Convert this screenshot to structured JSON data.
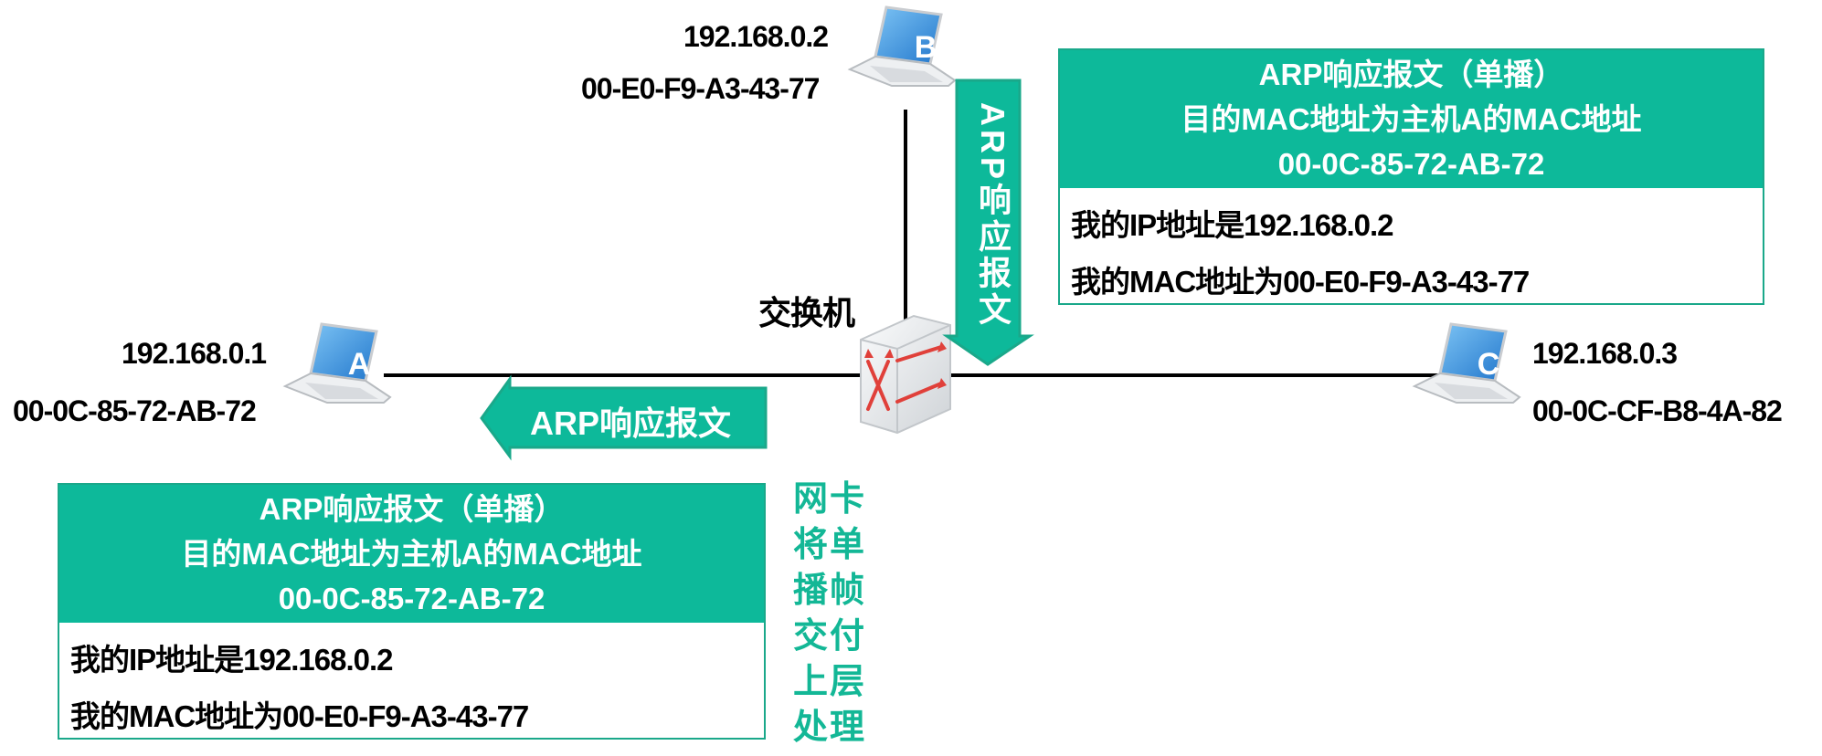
{
  "switch_label": "交换机",
  "hosts": {
    "A": {
      "letter": "A",
      "ip": "192.168.0.1",
      "mac": "00-0C-85-72-AB-72"
    },
    "B": {
      "letter": "B",
      "ip": "192.168.0.2",
      "mac": "00-E0-F9-A3-43-77"
    },
    "C": {
      "letter": "C",
      "ip": "192.168.0.3",
      "mac": "00-0C-CF-B8-4A-82"
    }
  },
  "arrow_to_switch_label": "ARP响应报文",
  "arrow_to_A_label": "ARP响应报文",
  "packet_top": {
    "header_line1": "ARP响应报文（单播）",
    "header_line2": "目的MAC地址为主机A的MAC地址",
    "header_line3": "00-0C-85-72-AB-72",
    "body_line1": "我的IP地址是192.168.0.2",
    "body_line2": "我的MAC地址为00-E0-F9-A3-43-77"
  },
  "packet_bottom": {
    "header_line1": "ARP响应报文（单播）",
    "header_line2": "目的MAC地址为主机A的MAC地址",
    "header_line3": "00-0C-85-72-AB-72",
    "body_line1": "我的IP地址是192.168.0.2",
    "body_line2": "我的MAC地址为00-E0-F9-A3-43-77"
  },
  "nic_note": "网卡将单播帧交付上层处理",
  "colors": {
    "accent": "#0db99a",
    "accent_border": "#1aa88a",
    "note_text": "#13b796",
    "laptop_screen": "#3b93dd",
    "laptop_body": "#e6e8ea",
    "switch_body": "#eceef0",
    "switch_arrows": "#e0403a"
  }
}
